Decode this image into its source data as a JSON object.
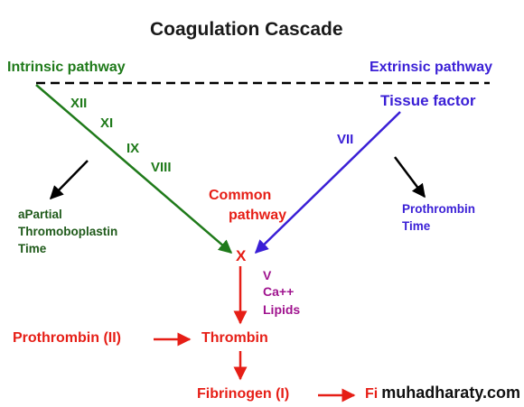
{
  "title": "Coagulation Cascade",
  "intrinsic": {
    "label": "Intrinsic pathway",
    "factors": [
      "XII",
      "XI",
      "IX",
      "VIII"
    ],
    "test_lines": [
      "aPartial",
      "Thromoboplastin",
      "Time"
    ]
  },
  "extrinsic": {
    "label": "Extrinsic pathway",
    "tissue_factor": "Tissue factor",
    "factor": "VII",
    "test_lines": [
      "Prothrombin",
      "Time"
    ]
  },
  "common": {
    "label_lines": [
      "Common",
      "pathway"
    ],
    "factor_x": "X",
    "cofactors": [
      "V",
      "Ca++",
      "Lipids"
    ]
  },
  "cascade": {
    "prothrombin": "Prothrombin (II)",
    "thrombin": "Thrombin",
    "fibrinogen": "Fibrinogen (I)",
    "fibrin": "Fi"
  },
  "watermark": "muhadharaty.com",
  "colors": {
    "intrinsic": "#1f7a1a",
    "extrinsic": "#3a1fd6",
    "common": "#e61e16",
    "cofactor": "#a0148f",
    "test": "#1f5a1a",
    "line": "#000000"
  }
}
